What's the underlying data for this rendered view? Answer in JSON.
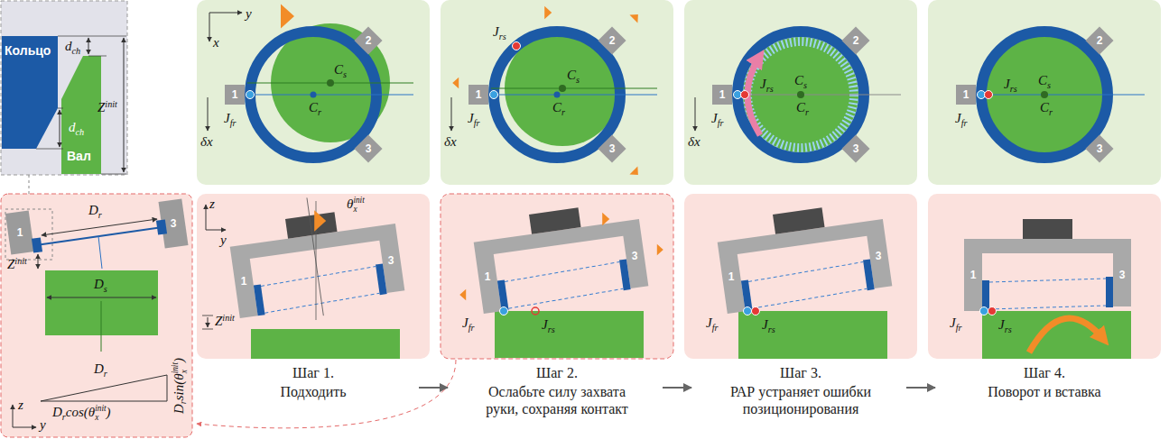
{
  "diagram": {
    "labels": [
      "Кольцо",
      "Вал",
      "d",
      "ch",
      "d",
      "ch",
      "Z",
      "init",
      "1",
      "3",
      "D",
      "r",
      "D",
      "s",
      "Z",
      "init",
      "D",
      "r",
      "z",
      "y",
      "D",
      "r",
      "cos(θ",
      "x",
      "init",
      ")",
      "D",
      "r",
      "sin(θ",
      "x",
      "init",
      ")",
      "y",
      "x",
      "δx",
      "1",
      "2",
      "3",
      "C",
      "s",
      "C",
      "r",
      "J",
      "fr",
      "δx",
      "1",
      "2",
      "3",
      "J",
      "rs",
      "C",
      "s",
      "C",
      "r",
      "J",
      "fr",
      "δx",
      "1",
      "2",
      "3",
      "J",
      "rs",
      "C",
      "s",
      "C",
      "r",
      "J",
      "fr",
      "1",
      "2",
      "3",
      "J",
      "rs",
      "C",
      "s",
      "C",
      "r",
      "J",
      "fr",
      "z",
      "y",
      "θ",
      "x",
      "init",
      "1",
      "3",
      "Z",
      "init",
      "1",
      "3",
      "J",
      "fr",
      "J",
      "rs",
      "1",
      "3",
      "J",
      "fr",
      "J",
      "rs",
      "1",
      "3",
      "J",
      "fr",
      "J",
      "rs",
      "Шаг 1.",
      "Подходить",
      "Шаг 2.",
      "Ослабьте силу захвата руки, сохраняя контакт",
      "Шаг 3.",
      "РАР устраняет ошибки позиционирования",
      "Шаг 4.",
      "Поворот и вставка"
    ]
  }
}
